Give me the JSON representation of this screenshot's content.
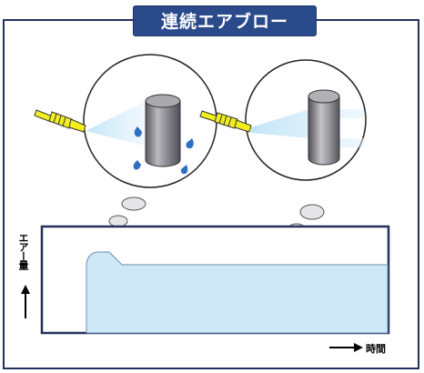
{
  "title": "連続エアブロー",
  "chart": {
    "y_axis_label": "エアー量",
    "x_axis_label": "時間"
  },
  "colors": {
    "title_bg": "#2a4a8b",
    "frame": "#23325c",
    "air_fill": "#cfe8f8",
    "nozzle": "#f2ee1e",
    "water_drop": "#2f6fc4",
    "cylinder": "#7c7c82"
  },
  "scenes": [
    {
      "name": "water-removal",
      "icons": [
        "nozzle-icon",
        "cylinder-icon",
        "water-drop-icon"
      ]
    },
    {
      "name": "air-blow",
      "icons": [
        "nozzle-icon",
        "cylinder-icon",
        "air-stream-icon"
      ]
    }
  ]
}
